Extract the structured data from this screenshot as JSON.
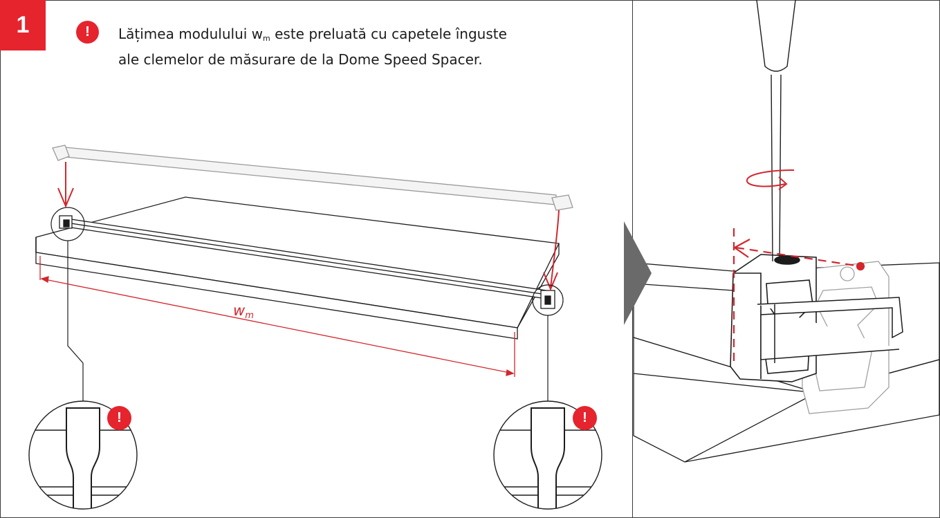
{
  "step": {
    "number": "1"
  },
  "notice": {
    "icon": "exclamation-icon",
    "icon_glyph": "!",
    "line1_before": "Lățimea modulului w",
    "line1_sub": "m",
    "line1_after": " este preluată cu capetele înguste",
    "line2": "ale clemelor de măsurare de la Dome Speed Spacer."
  },
  "measure": {
    "symbol": "w",
    "subscript": "m"
  },
  "detail_warnings": {
    "left_glyph": "!",
    "right_glyph": "!"
  },
  "colors": {
    "accent": "#e5242e",
    "line": "#3a3a3a",
    "arrow": "#6a6a6a"
  },
  "icons": [
    "exclamation-icon",
    "rotate-arrow-icon",
    "play-arrow-icon"
  ]
}
